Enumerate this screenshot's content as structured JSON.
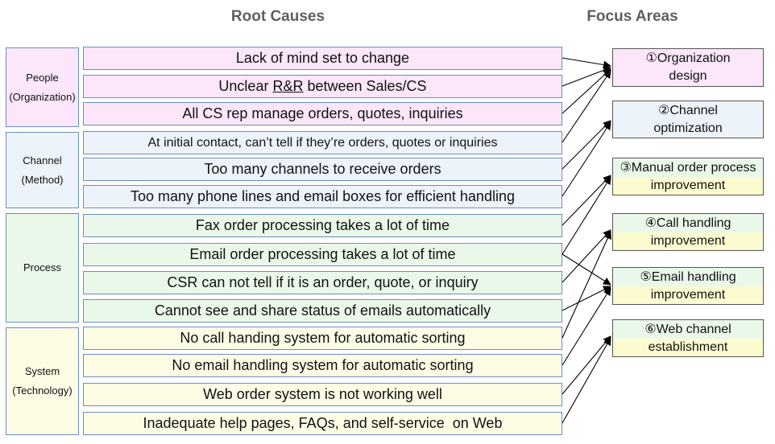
{
  "headers": {
    "root_causes": "Root Causes",
    "focus_areas": "Focus Areas"
  },
  "categories": [
    {
      "line1": "People",
      "line2": "(Organization)"
    },
    {
      "line1": "Channel",
      "line2": "(Method)"
    },
    {
      "line1": "Process",
      "line2": ""
    },
    {
      "line1": "System",
      "line2": "(Technology)"
    }
  ],
  "causes": [
    {
      "pre": "Lack of mind set to change",
      "u": "",
      "post": ""
    },
    {
      "pre": "Unclear ",
      "u": "R&R",
      "post": " between Sales/CS"
    },
    {
      "pre": "All CS rep manage orders, quotes, inquiries",
      "u": "",
      "post": ""
    },
    {
      "pre": "At initial contact, can’t tell if they’re orders, quotes or inquiries",
      "u": "",
      "post": ""
    },
    {
      "pre": "Too many channels to receive orders",
      "u": "",
      "post": ""
    },
    {
      "pre": "Too many phone lines and email boxes for efficient handling",
      "u": "",
      "post": ""
    },
    {
      "pre": "Fax order processing takes a lot of time",
      "u": "",
      "post": ""
    },
    {
      "pre": "Email order processing takes a lot of time",
      "u": "",
      "post": ""
    },
    {
      "pre": "CSR can not tell if it is an order, quote, or inquiry",
      "u": "",
      "post": ""
    },
    {
      "pre": "Cannot see and share status of emails automatically",
      "u": "",
      "post": ""
    },
    {
      "pre": "No call handing system for automatic sorting",
      "u": "",
      "post": ""
    },
    {
      "pre": "No email handling system for automatic sorting",
      "u": "",
      "post": ""
    },
    {
      "pre": "Web order system is not working well",
      "u": "",
      "post": ""
    },
    {
      "pre": "Inadequate help pages, FAQs, and self-service  on Web",
      "u": "",
      "post": ""
    }
  ],
  "focus_areas": [
    {
      "line1": "①Organization",
      "line2": "design"
    },
    {
      "line1": "②Channel",
      "line2": "optimization"
    },
    {
      "line1": "③Manual order process",
      "line2": "improvement"
    },
    {
      "line1": "④Call handling",
      "line2": "improvement"
    },
    {
      "line1": "⑤Email handling",
      "line2": "improvement"
    },
    {
      "line1": "⑥Web channel",
      "line2": "establishment"
    }
  ],
  "colors": {
    "pink": "#fbe6fa",
    "blue": "#edf3fb",
    "green": "#eaf8ea",
    "yellow": "#fdfde6",
    "highlight_yellow": "#fcfbd0",
    "border_blue": "#6a8fbf",
    "arrow": "#000000",
    "header_gray": "#5f5f5f"
  }
}
